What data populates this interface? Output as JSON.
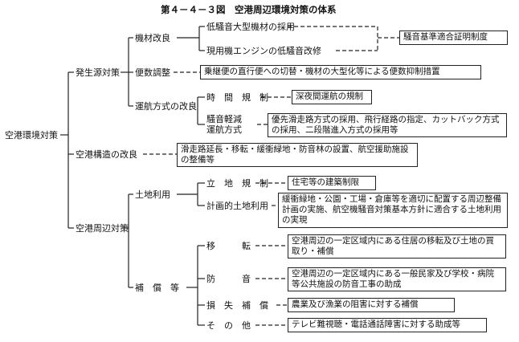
{
  "title": "第４－４－３図　空港周辺環境対策の体系",
  "root": "空港環境対策",
  "l1": {
    "source": "発生源対策",
    "structure": "空港構造の改良",
    "surround": "空港周辺対策"
  },
  "l2": {
    "aircraft": "機材改良",
    "flights": "便数調整",
    "ops": "運航方式の改良",
    "landuse": "土地利用",
    "comp": "補　償　等"
  },
  "l3": {
    "lownoise": "低騒音大型機材の採用",
    "engine": "現用機エンジンの低騒音改修",
    "time": "時　間　規　制",
    "noisered": "騒音軽減",
    "noisered2": "運航方式",
    "siting": "立　地　規　制",
    "planned": "計画的土地利用",
    "relocate": "移　　　転",
    "soundproof": "防　　　音",
    "lossc": "損　失　補　償",
    "other": "そ　の　他"
  },
  "boxes": {
    "cert": "騒音基準適合証明制度",
    "flights": "乗継便の直行便への切替・機材の大型化等による便数抑制措置",
    "night": "深夜間運航の規制",
    "routes": "優先滑走路方式の採用、飛行経路の指定、カットバック方式の採用、二段階進入方式の採用等",
    "structure": "滑走路延長・移転・緩衝緑地・防音林の設置、航空援助施設の整備等",
    "housing": "住宅等の建築制限",
    "landplan": "緩衝緑地・公園・工場・倉庫等を適切に配置する周辺整備計画の実施、航空機騒音対策基本方針に適合する土地利用の実現",
    "relocate": "空港周辺の一定区域内にある住居の移転及び土地の買取り・補償",
    "soundproof": "空港周辺の一定区域内にある一般民家及び学校・病院等公共施設の防音工事の助成",
    "loss": "農業及び漁業の阻害に対する補償",
    "tv": "テレビ難視聴・電話通話障害に対する助成等"
  }
}
